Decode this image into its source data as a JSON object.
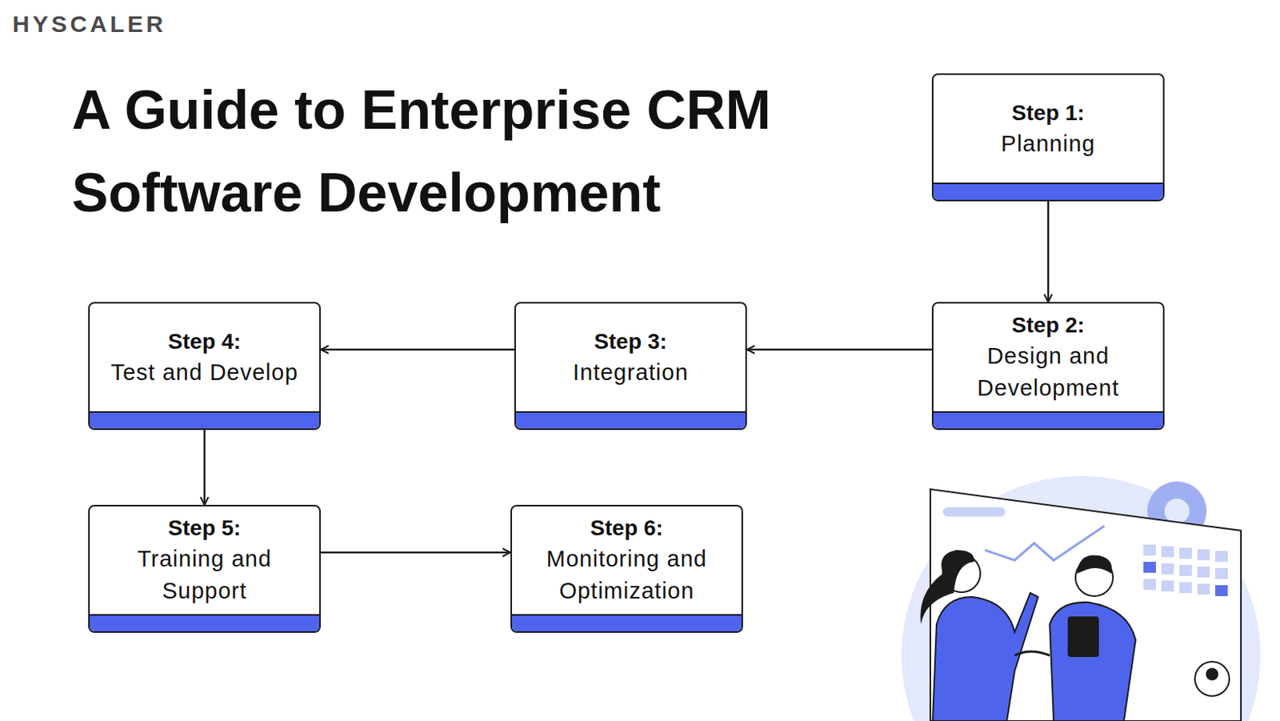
{
  "diagram": {
    "title": "A Guide to Enterprise CRM Software Development",
    "nodes": [
      {
        "text": [
          "Step 1:",
          "Planning"
        ]
      },
      {
        "text": [
          "Step 2:",
          "Design and Development"
        ]
      },
      {
        "text": [
          "Step 3:",
          "Integration"
        ]
      },
      {
        "text": [
          "Step 4:",
          "Test and Develop"
        ]
      },
      {
        "text": [
          "Step 5:",
          "Training and Support"
        ]
      },
      {
        "text": [
          "Step 6:",
          "Monitoring and Optimization"
        ]
      }
    ],
    "edges": [
      {
        "from": 0,
        "to": 1,
        "arrow": "to"
      },
      {
        "from": 1,
        "to": 2,
        "arrow": "to"
      },
      {
        "from": 2,
        "to": 3,
        "arrow": "to"
      },
      {
        "from": 3,
        "to": 4,
        "arrow": "to"
      },
      {
        "from": 4,
        "to": 5,
        "arrow": "to"
      }
    ],
    "labels": [
      "HYSCALER"
    ]
  }
}
